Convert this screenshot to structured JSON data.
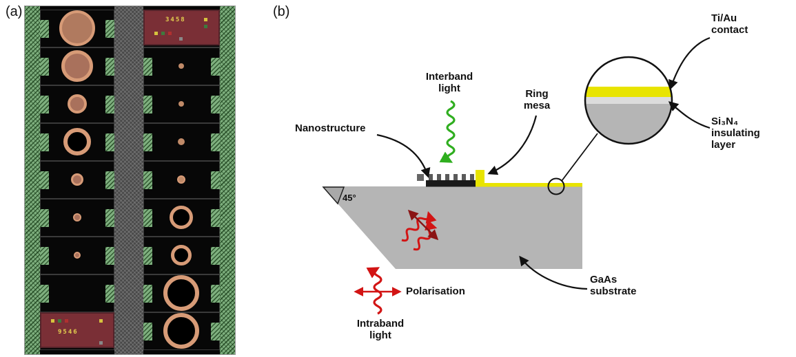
{
  "panels": {
    "a": "(a)",
    "b": "(b)"
  },
  "panel_a": {
    "top_chip_text": "3458",
    "bottom_chip_text": "9546"
  },
  "schematic": {
    "interband": "Interband\nlight",
    "nanostructure": "Nanostructure",
    "ring_mesa": "Ring\nmesa",
    "ti_au_contact": "Ti/Au\ncontact",
    "si3n4": "Si₃N₄\ninsulating\nlayer",
    "angle": "45°",
    "polarisation": "Polarisation",
    "intraband": "Intraband\nlight",
    "gaas": "GaAs\nsubstrate"
  },
  "colors": {
    "green": "#2fae1f",
    "red": "#d21414",
    "dark_red": "#8a1515",
    "yellow": "#e8e400",
    "substrate_gray": "#b5b5b5",
    "insulator_gray": "#dcdcdc",
    "pad_green": "#7fb07f",
    "chip_red": "#7a2f36",
    "ring_tan": "#d79b77"
  }
}
